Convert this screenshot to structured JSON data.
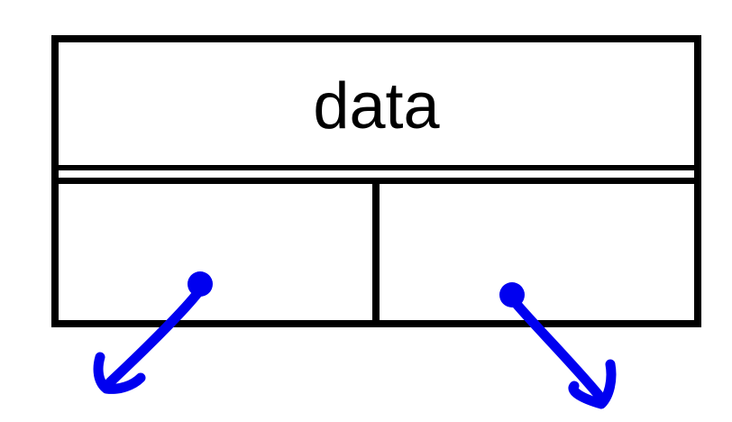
{
  "page": {
    "background": "#FFFFFF",
    "line_color": "#000000"
  },
  "node": {
    "data_label": "data"
  },
  "arrows": {
    "color": "#0000F0",
    "left_icon": "arrow-down-left",
    "right_icon": "arrow-down-right"
  }
}
